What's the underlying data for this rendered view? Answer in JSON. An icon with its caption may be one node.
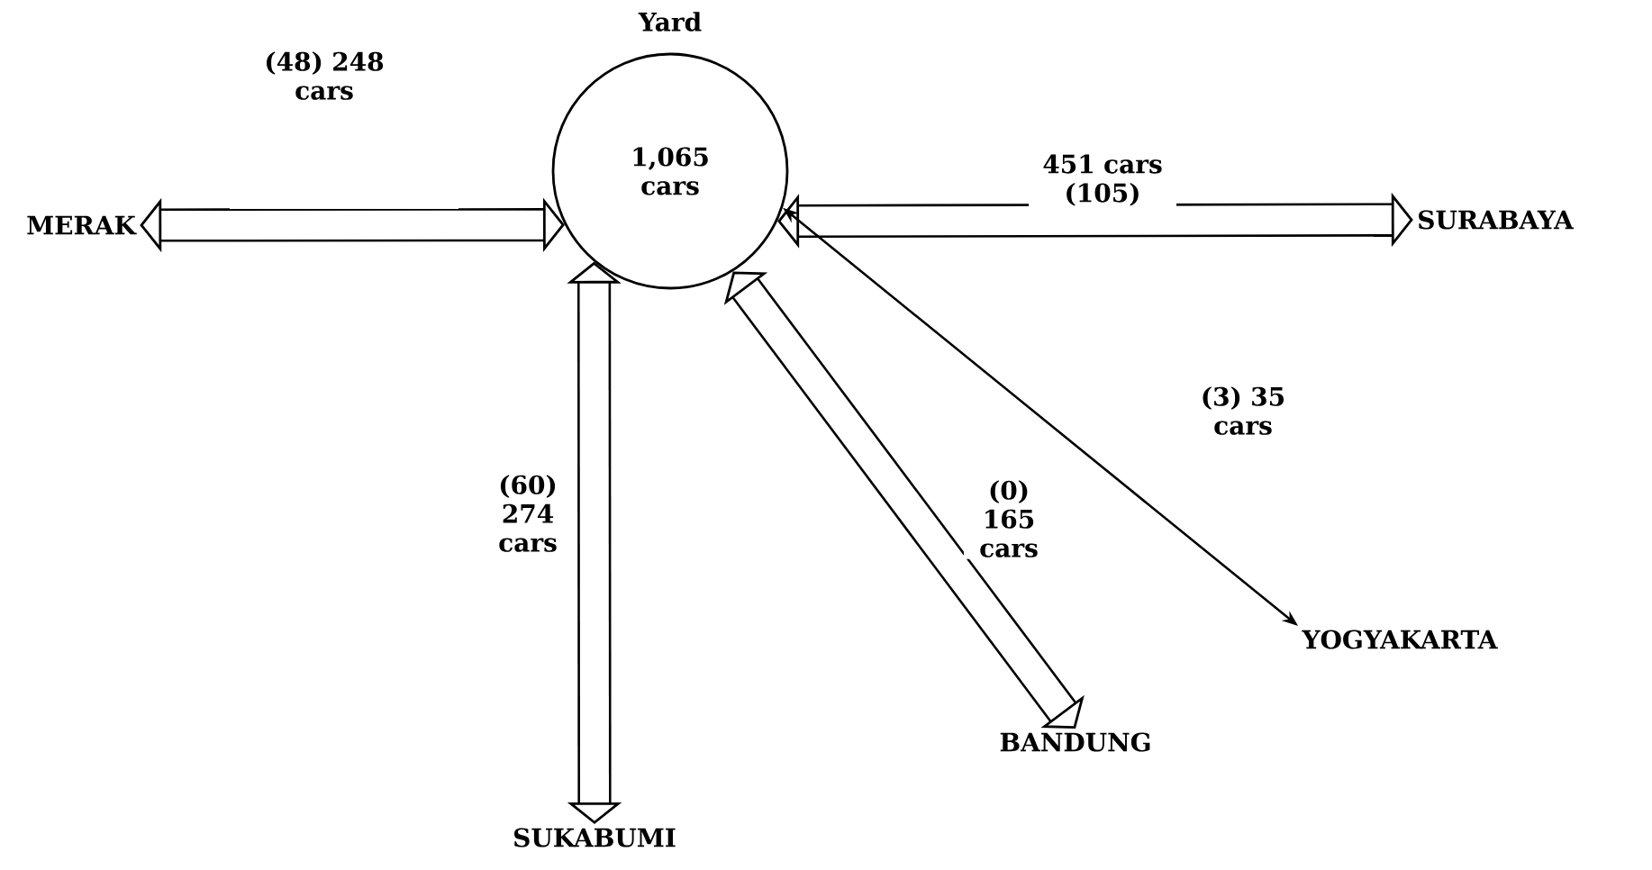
{
  "diagram": {
    "nodes": [
      {
        "text": [
          "Yard",
          "1,065 cars"
        ]
      },
      {
        "text": [
          "MERAK"
        ]
      },
      {
        "text": [
          "SURABAYA"
        ]
      },
      {
        "text": [
          "SUKABUMI"
        ]
      },
      {
        "text": [
          "BANDUNG"
        ]
      },
      {
        "text": [
          "YOGYAKARTA"
        ]
      }
    ],
    "edges": [
      {
        "from": 0,
        "to": 1,
        "arrow": "both",
        "label": "(48) 248 cars"
      },
      {
        "from": 0,
        "to": 2,
        "arrow": "both",
        "label": "451 cars (105)"
      },
      {
        "from": 0,
        "to": 3,
        "arrow": "both",
        "label": "(60) 274 cars"
      },
      {
        "from": 0,
        "to": 4,
        "arrow": "both",
        "label": "(0) 165 cars"
      },
      {
        "from": 0,
        "to": 5,
        "arrow": "both",
        "label": "(3) 35 cars"
      }
    ]
  }
}
